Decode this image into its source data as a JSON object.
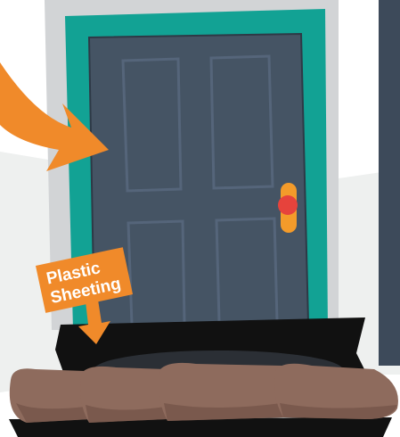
{
  "illustration": {
    "label": {
      "line1": "Plastic",
      "line2": "Sheeting"
    },
    "colors": {
      "background": "#ffffff",
      "ground": "#eef0ef",
      "frame_outer": "#d2d4d6",
      "frame_trim": "#12a294",
      "door": "#455464",
      "door_panel_line": "#55657a",
      "handle": "#f39b2a",
      "knob": "#e6433c",
      "arrow": "#f08a2a",
      "label_box": "#f08a2a",
      "plastic_sheet": "#111111",
      "sandbag": "#8e6b5d",
      "sandbag_shadow": "#6a4b40",
      "side_wall": "#3d4a5a"
    },
    "icons": [
      "arrow-pointing-to-door",
      "arrow-pointing-down",
      "door-handle",
      "sandbag"
    ]
  }
}
